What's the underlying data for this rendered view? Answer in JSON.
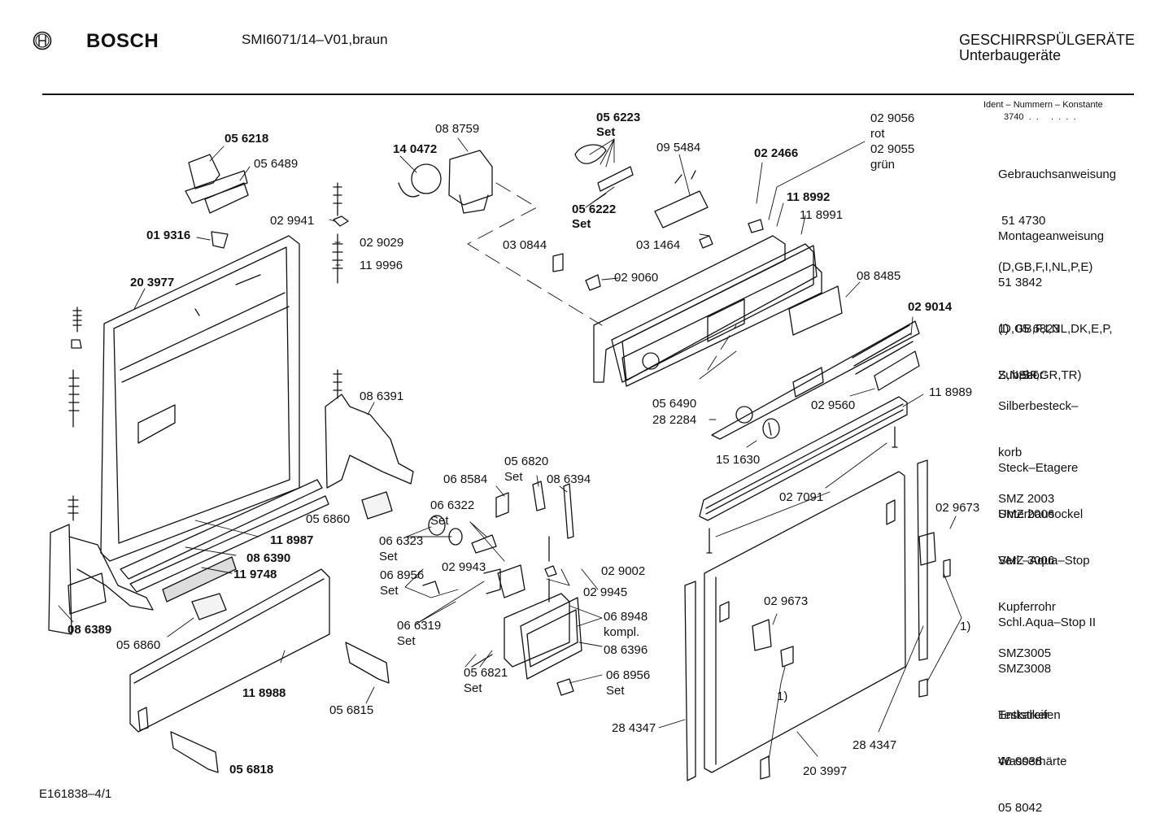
{
  "header": {
    "brand": "BOSCH",
    "model": "SMI6071/14–V01,braun",
    "category_title": "GESCHIRRSPÜLGERÄTE",
    "category_subtitle": "Unterbaugeräte",
    "logo_icon": "bosch-armature-icon"
  },
  "sidebar": {
    "ident_title": "Ident – Nummern – Konstante",
    "ident_value": "3740  .  .     .  .  .  .",
    "blocks": [
      {
        "title": "Gebrauchsanweisung",
        "lines": [
          " 51 4730",
          "(D,GB,F,I,NL,P,E)"
        ]
      },
      {
        "title": "Montageanweisung",
        "lines": [
          "51 3842",
          "(D,GB,F,I,NL,DK,E,P,",
          "S,N,SF,GR,TR)"
        ]
      },
      {
        "title": "1)  05 6823",
        "lines": [
          "      Set"
        ]
      },
      {
        "title": "Zubehör:",
        "lines": []
      },
      {
        "title": "Silberbesteck–",
        "lines": [
          "korb",
          "SMZ 2003"
        ]
      },
      {
        "title": "Steck–Etagere",
        "lines": [
          "SMZ 2006"
        ]
      },
      {
        "title": "Unterbausockel",
        "lines": [
          "SMZ 3006"
        ]
      },
      {
        "title": "Verl.–Aqua–Stop",
        "lines": [
          "Kupferrohr",
          "SMZ3005"
        ]
      },
      {
        "title": "Schl.Aqua–Stop II",
        "lines": [
          "SMZ3008",
          "Teststreifen",
          "Wasserhärte",
          "05 8042"
        ]
      },
      {
        "title": "Entkalker",
        "lines": [
          "46 0038"
        ]
      }
    ]
  },
  "parts": [
    {
      "id": "05 6218",
      "bold": true
    },
    {
      "id": "05 6489",
      "bold": false
    },
    {
      "id": "02 9941",
      "bold": false
    },
    {
      "id": "01 9316",
      "bold": true
    },
    {
      "id": "02 9029",
      "bold": false
    },
    {
      "id": "11 9996",
      "bold": false
    },
    {
      "id": "20 3977",
      "bold": true
    },
    {
      "id": "14 0472",
      "bold": true
    },
    {
      "id": "08 8759",
      "bold": false
    },
    {
      "id": "05 6223\nSet",
      "bold": true
    },
    {
      "id": "05 6222\nSet",
      "bold": true
    },
    {
      "id": "09 5484",
      "bold": false
    },
    {
      "id": "03 0844",
      "bold": false
    },
    {
      "id": "03 1464",
      "bold": false
    },
    {
      "id": "02 9060",
      "bold": false
    },
    {
      "id": "02 2466",
      "bold": true
    },
    {
      "id": "02 9056\nrot\n02 9055\ngrün",
      "bold": false
    },
    {
      "id": "11 8992",
      "bold": true
    },
    {
      "id": "11 8991",
      "bold": false
    },
    {
      "id": "08 8485",
      "bold": false
    },
    {
      "id": "02 9014",
      "bold": true
    },
    {
      "id": "05 6490",
      "bold": false
    },
    {
      "id": "28 2284",
      "bold": false
    },
    {
      "id": "02 9560",
      "bold": false
    },
    {
      "id": "11 8989",
      "bold": false
    },
    {
      "id": "15 1630",
      "bold": false
    },
    {
      "id": "08 6391",
      "bold": false
    },
    {
      "id": "05 6820\nSet",
      "bold": false
    },
    {
      "id": "06 8584",
      "bold": false
    },
    {
      "id": "08 6394",
      "bold": false
    },
    {
      "id": "06 6322\nSet",
      "bold": false
    },
    {
      "id": "05 6860",
      "bold": false
    },
    {
      "id": "06 6323\nSet",
      "bold": false
    },
    {
      "id": "02 9943",
      "bold": false
    },
    {
      "id": "02 9002",
      "bold": false
    },
    {
      "id": "06 8956\nSet",
      "bold": false
    },
    {
      "id": "02 9945",
      "bold": false
    },
    {
      "id": "06 8948\nkompl.",
      "bold": false
    },
    {
      "id": "06 6319\nSet",
      "bold": false
    },
    {
      "id": "08 6396",
      "bold": false
    },
    {
      "id": "05 6821\nSet",
      "bold": false
    },
    {
      "id": "06 8956\nSet",
      "bold": false
    },
    {
      "id": "11 8987",
      "bold": true
    },
    {
      "id": "08 6390",
      "bold": true
    },
    {
      "id": "11 9748",
      "bold": true
    },
    {
      "id": "08 6389",
      "bold": true
    },
    {
      "id": "05 6860",
      "bold": false
    },
    {
      "id": "11 8988",
      "bold": true
    },
    {
      "id": "05 6815",
      "bold": false
    },
    {
      "id": "05 6818",
      "bold": true
    },
    {
      "id": "02 7091",
      "bold": false
    },
    {
      "id": "02 9673",
      "bold": false
    },
    {
      "id": "02 9673",
      "bold": false
    },
    {
      "id": "1)",
      "bold": false
    },
    {
      "id": "1)",
      "bold": false
    },
    {
      "id": "28 4347",
      "bold": false
    },
    {
      "id": "28 4347",
      "bold": false
    },
    {
      "id": "20 3997",
      "bold": false
    }
  ],
  "footer": {
    "drawing_code": "E161838–4/1"
  }
}
